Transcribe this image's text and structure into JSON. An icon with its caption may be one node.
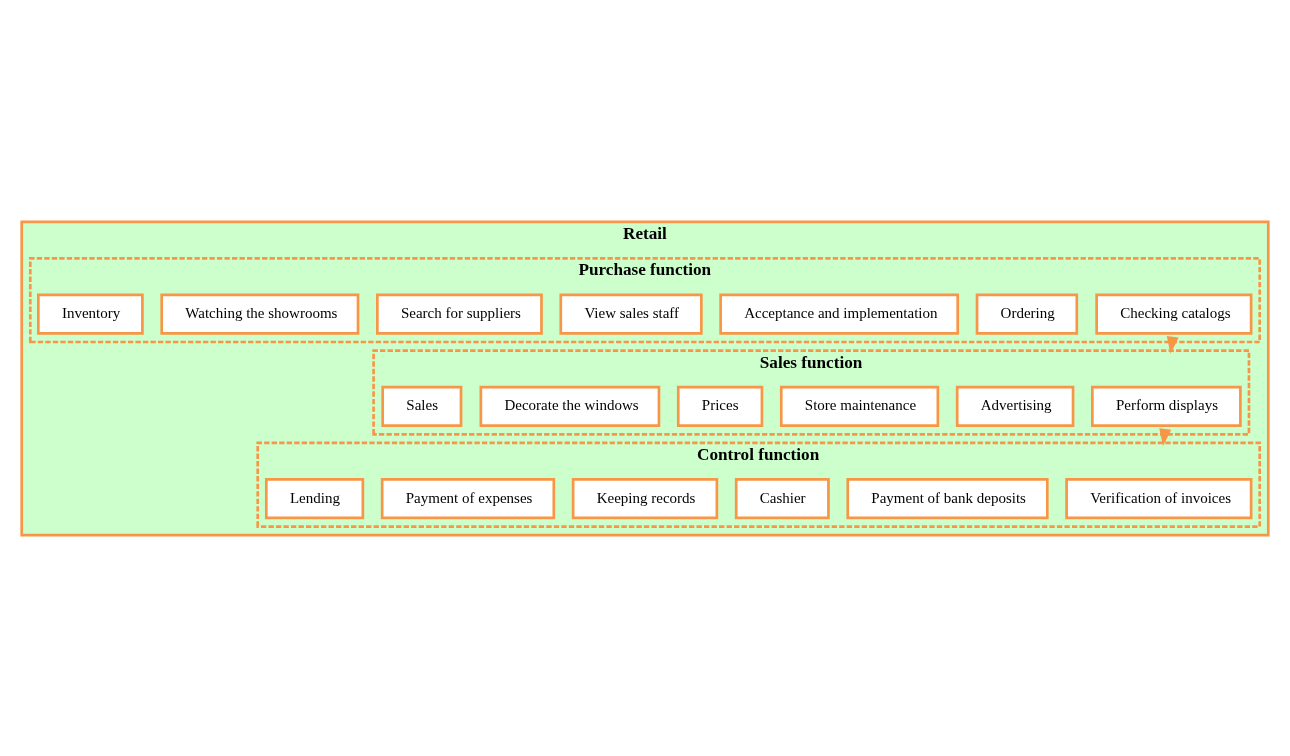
{
  "diagram": {
    "nodes": [
      {
        "text": [
          "Retail"
        ]
      },
      {
        "text": [
          "Purchase function"
        ],
        "in": 0
      },
      {
        "text": [
          "Checking catalogs"
        ],
        "in": 1
      },
      {
        "text": [
          "Ordering"
        ],
        "in": 1
      },
      {
        "text": [
          "Acceptance and implementation"
        ],
        "in": 1
      },
      {
        "text": [
          "View sales staff"
        ],
        "in": 1
      },
      {
        "text": [
          "Search for suppliers"
        ],
        "in": 1
      },
      {
        "text": [
          "Watching the showrooms"
        ],
        "in": 1
      },
      {
        "text": [
          "Inventory"
        ],
        "in": 1
      },
      {
        "text": [
          "Sales function"
        ],
        "in": 0
      },
      {
        "text": [
          "Perform displays"
        ],
        "in": 9
      },
      {
        "text": [
          "Advertising"
        ],
        "in": 9
      },
      {
        "text": [
          "Store maintenance"
        ],
        "in": 9
      },
      {
        "text": [
          "Prices"
        ],
        "in": 9
      },
      {
        "text": [
          "Decorate the windows"
        ],
        "in": 9
      },
      {
        "text": [
          "Sales"
        ],
        "in": 9
      },
      {
        "text": [
          "Control function"
        ],
        "in": 0
      },
      {
        "text": [
          "Verification of invoices"
        ],
        "in": 16
      },
      {
        "text": [
          "Payment of bank deposits"
        ],
        "in": 16
      },
      {
        "text": [
          "Cashier"
        ],
        "in": 16
      },
      {
        "text": [
          "Keeping records"
        ],
        "in": 16
      },
      {
        "text": [
          "Payment of expenses"
        ],
        "in": 16
      },
      {
        "text": [
          "Lending"
        ],
        "in": 16
      }
    ],
    "edges": [
      {
        "from": 1,
        "to": 9,
        "arrow": "to"
      },
      {
        "from": 9,
        "to": 16,
        "arrow": "to"
      }
    ]
  }
}
